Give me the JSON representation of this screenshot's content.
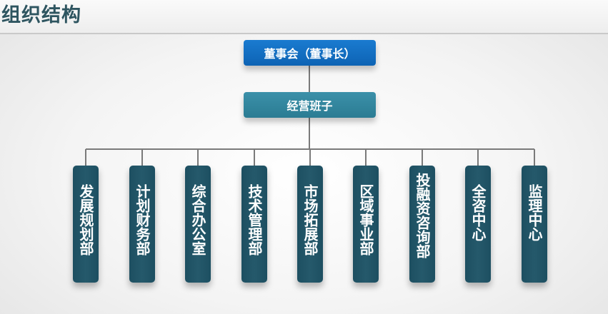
{
  "header": {
    "title": "组织结构"
  },
  "chart": {
    "top": "董事会（董事长）",
    "middle": "经营班子",
    "departments": [
      "发展规划部",
      "计划财务部",
      "综合办公室",
      "技术管理部",
      "市场拓展部",
      "区域事业部",
      "投融资咨询部",
      "全咨中心",
      "监理中心"
    ]
  },
  "colors": {
    "title": "#2e5560",
    "top_box": "#0d63b4",
    "middle_box": "#2b7c93",
    "department_box": "#215468",
    "connector": "#7a7a7a"
  }
}
